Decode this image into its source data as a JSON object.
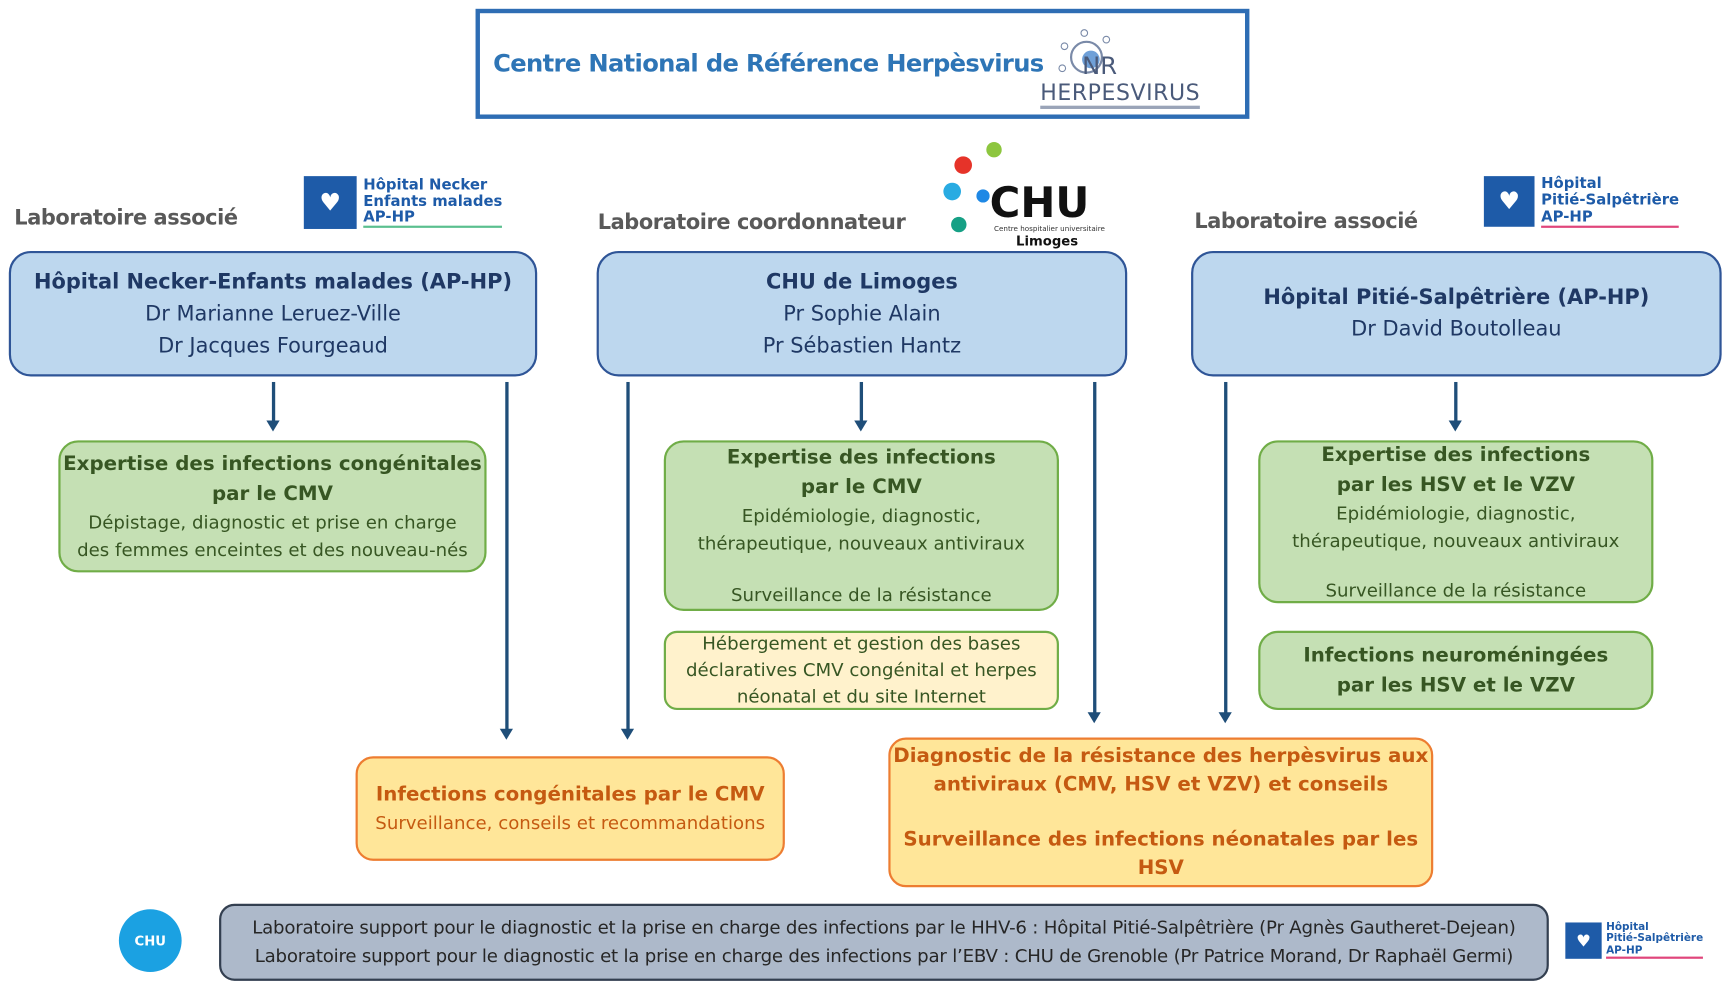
{
  "header": {
    "title": "Centre National de Référence Herpèsvirus",
    "logo_text_1": "NR",
    "logo_text_2": "HERPESVIRUS"
  },
  "labels": {
    "left": "Laboratoire associé",
    "center": "Laboratoire coordonnateur",
    "right": "Laboratoire associé"
  },
  "logos": {
    "necker": [
      "Hôpital Necker",
      "Enfants malades",
      "AP-HP"
    ],
    "chu_limoges": {
      "main": "CHU",
      "sub": "Centre hospitalier universitaire",
      "city": "Limoges"
    },
    "pitie": [
      "Hôpital",
      "Pitié-Salpêtrière",
      "AP-HP"
    ],
    "grenoble": "CHU",
    "pitie_small": [
      "Hôpital",
      "Pitié-Salpêtrière",
      "AP-HP"
    ]
  },
  "labs": [
    {
      "name": "Hôpital Necker-Enfants malades (AP-HP)",
      "people": [
        "Dr Marianne Leruez-Ville",
        "Dr Jacques Fourgeaud"
      ]
    },
    {
      "name": "CHU de Limoges",
      "people": [
        "Pr Sophie Alain",
        "Pr Sébastien Hantz"
      ]
    },
    {
      "name": "Hôpital Pitié-Salpêtrière (AP-HP)",
      "people": [
        "Dr David Boutolleau"
      ]
    }
  ],
  "expertise": {
    "necker": {
      "title": [
        "Expertise des infections congénitales",
        "par le CMV"
      ],
      "lines": [
        "Dépistage, diagnostic et prise en charge",
        "des femmes enceintes et des nouveau-nés"
      ]
    },
    "limoges": {
      "title": [
        "Expertise des infections",
        "par le CMV"
      ],
      "lines": [
        "Epidémiologie, diagnostic,",
        "thérapeutique, nouveaux antiviraux"
      ],
      "extra": "Surveillance de la résistance"
    },
    "limoges_hosting": [
      "Hébergement et gestion des bases",
      "déclaratives CMV congénital et herpes",
      "néonatal et du site Internet"
    ],
    "pitie": {
      "title": [
        "Expertise des infections",
        "par les HSV et le VZV"
      ],
      "lines": [
        "Epidémiologie, diagnostic,",
        "thérapeutique, nouveaux antiviraux"
      ],
      "extra": "Surveillance de la résistance"
    },
    "pitie_neuro": [
      "Infections neuroméningées",
      "par les HSV et le VZV"
    ]
  },
  "shared": {
    "cmv": {
      "title": "Infections congénitales par le CMV",
      "sub": "Surveillance, conseils et recommandations"
    },
    "resistance": {
      "title": [
        "Diagnostic de la résistance des herpèsvirus aux",
        "antiviraux (CMV, HSV et VZV) et conseils"
      ],
      "extra": "Surveillance des infections néonatales par les HSV"
    }
  },
  "support": [
    "Laboratoire support pour le diagnostic et la prise en charge des infections par le HHV-6 : Hôpital Pitié-Salpêtrière (Pr Agnès Gautheret-Dejean)",
    "Laboratoire support pour le diagnostic et la prise en charge des infections par l’EBV : CHU de Grenoble (Pr Patrice Morand, Dr Raphaël Germi)"
  ]
}
